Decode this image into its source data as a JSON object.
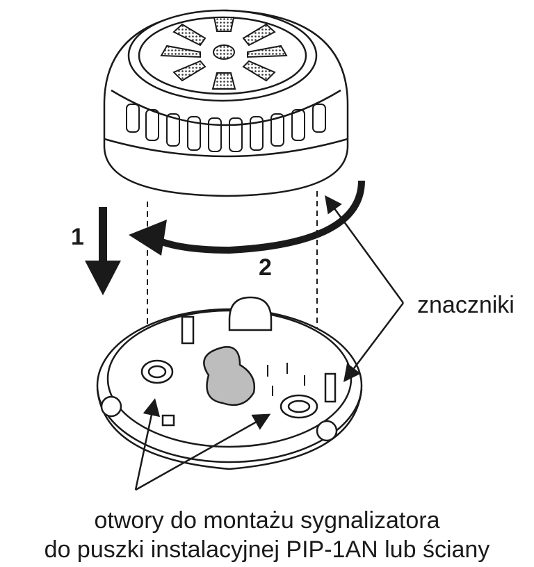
{
  "steps": {
    "step1": "1",
    "step2": "2"
  },
  "labels": {
    "markers": "znaczniki",
    "caption_line1": "otwory do montażu sygnalizatora",
    "caption_line2": "do puszki instalacyjnej PIP-1AN lub ściany"
  },
  "colors": {
    "stroke": "#1a1a1a",
    "fill": "#ffffff",
    "shade": "#bdbdbd"
  }
}
